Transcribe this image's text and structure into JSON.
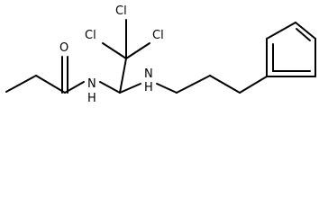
{
  "molecule": {
    "atoms": {
      "oxygen": "O",
      "amide_nitrogen": "N",
      "amide_hydrogen": "H",
      "amine_nitrogen": "N",
      "amine_hydrogen": "H",
      "chlorine_1": "Cl",
      "chlorine_2": "Cl",
      "chlorine_3": "Cl"
    }
  }
}
